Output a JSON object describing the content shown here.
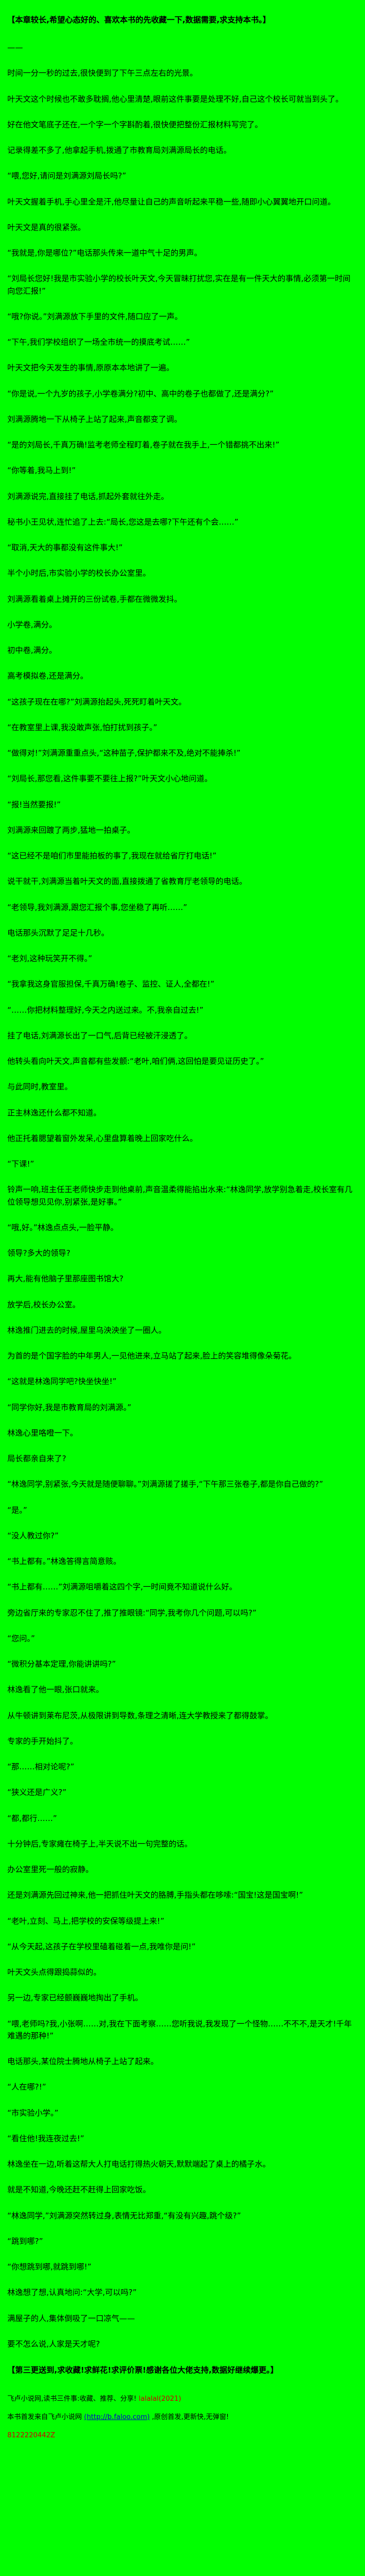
{
  "page": {
    "colors": {
      "background": "#00ff00",
      "text": "#000000",
      "link": "#0000cc",
      "accent_red": "#d00000"
    },
    "top_notice": "【本章较长,希望心态好的、喜欢本书的先收藏一下,数据需要,求支持本书。】",
    "paragraphs": [
      "——",
      "时间一分一秒的过去,很快便到了下午三点左右的光景。",
      "叶天文这个时候也不敢多耽搁,他心里清楚,眼前这件事要是处理不好,自己这个校长可就当到头了。",
      "好在他文笔底子还在,一个字一个字斟酌着,很快便把整份汇报材料写完了。",
      "记录得差不多了,他拿起手机,拨通了市教育局刘满源局长的电话。",
      "“喂,您好,请问是刘满源刘局长吗?”",
      "叶天文握着手机,手心里全是汗,他尽量让自己的声音听起来平稳一些,随即小心翼翼地开口问道。",
      "叶天文是真的很紧张。",
      "“我就是,你是哪位?”电话那头传来一道中气十足的男声。",
      "“刘局长您好!我是市实验小学的校长叶天文,今天冒昧打扰您,实在是有一件天大的事情,必须第一时间向您汇报!”",
      "“哦?你说。”刘满源放下手里的文件,随口应了一声。",
      "“下午,我们学校组织了一场全市统一的摸底考试……”",
      "叶天文把今天发生的事情,原原本本地讲了一遍。",
      "“你是说,一个九岁的孩子,小学卷满分?初中、高中的卷子也都做了,还是满分?”",
      "刘满源腾地一下从椅子上站了起来,声音都变了调。",
      "“是的刘局长,千真万确!监考老师全程盯着,卷子就在我手上,一个错都挑不出来!”",
      "“你等着,我马上到!”",
      "刘满源说完,直接挂了电话,抓起外套就往外走。",
      "秘书小王见状,连忙追了上去:“局长,您这是去哪?下午还有个会……”",
      "“取消,天大的事都没有这件事大!”",
      "半个小时后,市实验小学的校长办公室里。",
      "刘满源看着桌上摊开的三份试卷,手都在微微发抖。",
      "小学卷,满分。",
      "初中卷,满分。",
      "高考模拟卷,还是满分。",
      "“这孩子现在在哪?”刘满源抬起头,死死盯着叶天文。",
      "“在教室里上课,我没敢声张,怕打扰到孩子。”",
      "“做得对!”刘满源重重点头,“这种苗子,保护都来不及,绝对不能捧杀!”",
      "“刘局长,那您看,这件事要不要往上报?”叶天文小心地问道。",
      "“报!当然要报!”",
      "刘满源来回踱了两步,猛地一拍桌子。",
      "“这已经不是咱们市里能拍板的事了,我现在就给省厅打电话!”",
      "说干就干,刘满源当着叶天文的面,直接拨通了省教育厅老领导的电话。",
      "“老领导,我刘满源,跟您汇报个事,您坐稳了再听……”",
      "电话那头沉默了足足十几秒。",
      "“老刘,这种玩笑开不得。”",
      "“我拿我这身官服担保,千真万确!卷子、监控、证人,全都在!”",
      "“……你把材料整理好,今天之内送过来。不,我亲自过去!”",
      "挂了电话,刘满源长出了一口气,后背已经被汗浸透了。",
      "他转头看向叶天文,声音都有些发颤:“老叶,咱们俩,这回怕是要见证历史了。”",
      "与此同时,教室里。",
      "正主林逸还什么都不知道。",
      "他正托着腮望着窗外发呆,心里盘算着晚上回家吃什么。",
      "“下课!”",
      "铃声一响,班主任王老师快步走到他桌前,声音温柔得能掐出水来:“林逸同学,放学别急着走,校长室有几位领导想见见你,别紧张,是好事。”",
      "“哦,好。”林逸点点头,一脸平静。",
      "领导?多大的领导?",
      "再大,能有他脑子里那座图书馆大?",
      "放学后,校长办公室。",
      "林逸推门进去的时候,屋里乌泱泱坐了一圈人。",
      "为首的是个国字脸的中年男人,一见他进来,立马站了起来,脸上的笑容堆得像朵菊花。",
      "“这就是林逸同学吧?快坐快坐!”",
      "“同学你好,我是市教育局的刘满源。”",
      "林逸心里咯噔一下。",
      "局长都亲自来了?",
      "“林逸同学,别紧张,今天就是随便聊聊。”刘满源搓了搓手,“下午那三张卷子,都是你自己做的?”",
      "“是。”",
      "“没人教过你?”",
      "“书上都有。”林逸答得言简意赅。",
      "“书上都有……”刘满源咀嚼着这四个字,一时间竟不知道说什么好。",
      "旁边省厅来的专家忍不住了,推了推眼镜:“同学,我考你几个问题,可以吗?”",
      "“您问。”",
      "“微积分基本定理,你能讲讲吗?”",
      "林逸看了他一眼,张口就来。",
      "从牛顿讲到莱布尼茨,从极限讲到导数,条理之清晰,连大学教授来了都得鼓掌。",
      "专家的手开始抖了。",
      "“那……相对论呢?”",
      "“狭义还是广义?”",
      "“都,都行……”",
      "十分钟后,专家瘫在椅子上,半天说不出一句完整的话。",
      "办公室里死一般的寂静。",
      "还是刘满源先回过神来,他一把抓住叶天文的胳膊,手指头都在哆嗦:“国宝!这是国宝啊!”",
      "“老叶,立刻、马上,把学校的安保等级提上来!”",
      "“从今天起,这孩子在学校里磕着碰着一点,我唯你是问!”",
      "叶天文头点得跟捣蒜似的。",
      "另一边,专家已经颤巍巍地掏出了手机。",
      "“喂,老师吗?我,小张啊……对,我在下面考察……您听我说,我发现了一个怪物……不不不,是天才!千年难遇的那种!”",
      "电话那头,某位院士腾地从椅子上站了起来。",
      "“人在哪?!”",
      "“市实验小学。”",
      "“看住他!我连夜过去!”",
      "林逸坐在一边,听着这帮大人打电话打得热火朝天,默默端起了桌上的橘子水。",
      "就是不知道,今晚还赶不赶得上回家吃饭。",
      "“林逸同学,”刘满源突然转过身,表情无比郑重,“有没有兴趣,跳个级?”",
      "“跳到哪?”",
      "“你想跳到哪,就跳到哪!”",
      "林逸想了想,认真地问:“大学,可以吗?”",
      "满屋子的人,集体倒吸了一口凉气——",
      "要不怎么说,人家是天才呢?"
    ],
    "bottom_notice": "【第三更送到,求收藏!求鲜花!求评价票!感谢各位大佬支持,数据好继续爆更。】",
    "footer": {
      "line1_text": "飞卢小说网,读书三件事:收藏、推荐、分享!",
      "line1_tag": "lalalal(2021)",
      "line2_prefix": "本书首发来自飞卢小说网",
      "line2_url": "(http://b.faloo.com)",
      "line2_suffix": ",原创首发,更新快,无弹窗!",
      "code": "8122220442Z"
    }
  }
}
